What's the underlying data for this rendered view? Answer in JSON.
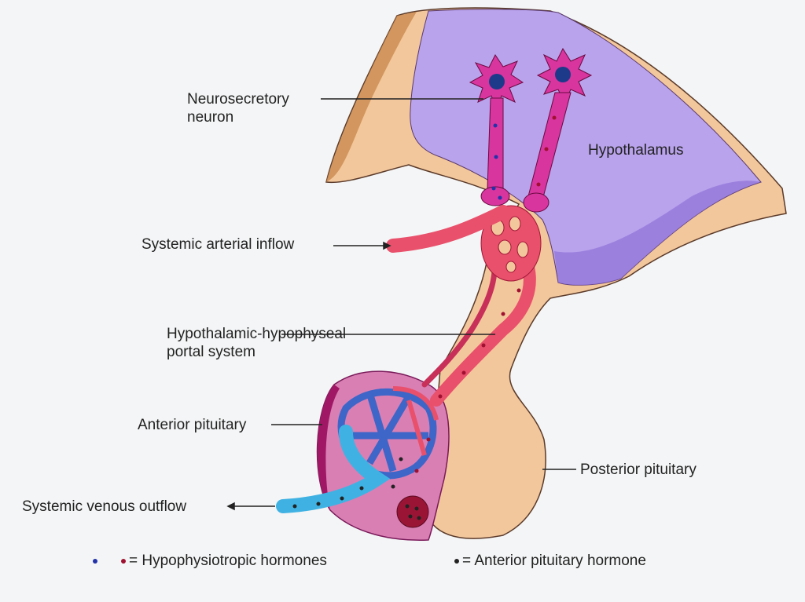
{
  "labels": {
    "neurosecretory_line1": "Neurosecretory",
    "neurosecretory_line2": "neuron",
    "hypothalamus": "Hypothalamus",
    "arterial_inflow": "Systemic arterial inflow",
    "portal_line1": "Hypothalamic-hypophyseal",
    "portal_line2": "portal system",
    "anterior_pituitary": "Anterior pituitary",
    "posterior_pituitary": "Posterior pituitary",
    "venous_outflow": "Systemic venous outflow"
  },
  "legend": {
    "hypophysiotropic": "= Hypophysiotropic hormones",
    "anterior_hormone": "= Anterior pituitary hormone"
  },
  "colors": {
    "tissue": "#f3c79c",
    "hypothalamus": "#b9a3ec",
    "neuron": "#d8359f",
    "artery": "#e9506b",
    "vein": "#3fb2e3",
    "anterior": "#d97fb4",
    "blue_dot": "#2233aa",
    "red_dot": "#a01030",
    "black_dot": "#222222"
  }
}
